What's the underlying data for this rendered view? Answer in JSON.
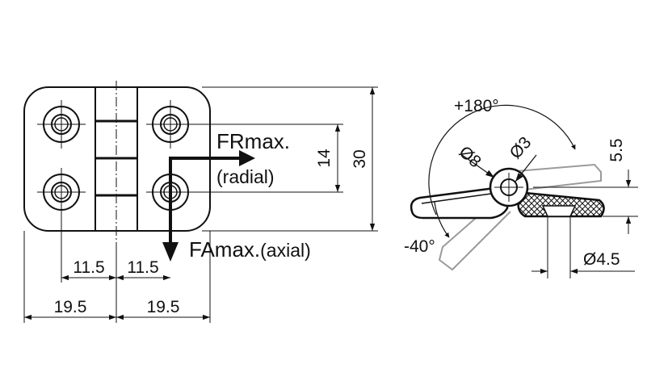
{
  "front_view": {
    "dims": {
      "inner_left": "11.5",
      "inner_right": "11.5",
      "outer_left": "19.5",
      "outer_right": "19.5",
      "hole_spacing": "14",
      "height": "30"
    },
    "forces": {
      "radial_name": "FRmax.",
      "radial_sub": "(radial)",
      "axial_name": "FAmax.",
      "axial_sub": "(axial)"
    }
  },
  "side_view": {
    "angle_open": "+180°",
    "angle_close": "-40°",
    "dia_pin_outer": "Ø8",
    "dia_pin": "Ø3",
    "thickness": "5.5",
    "dia_hole": "Ø4.5"
  },
  "colors": {
    "line": "#111111",
    "ghost": "#9a9a9a"
  }
}
